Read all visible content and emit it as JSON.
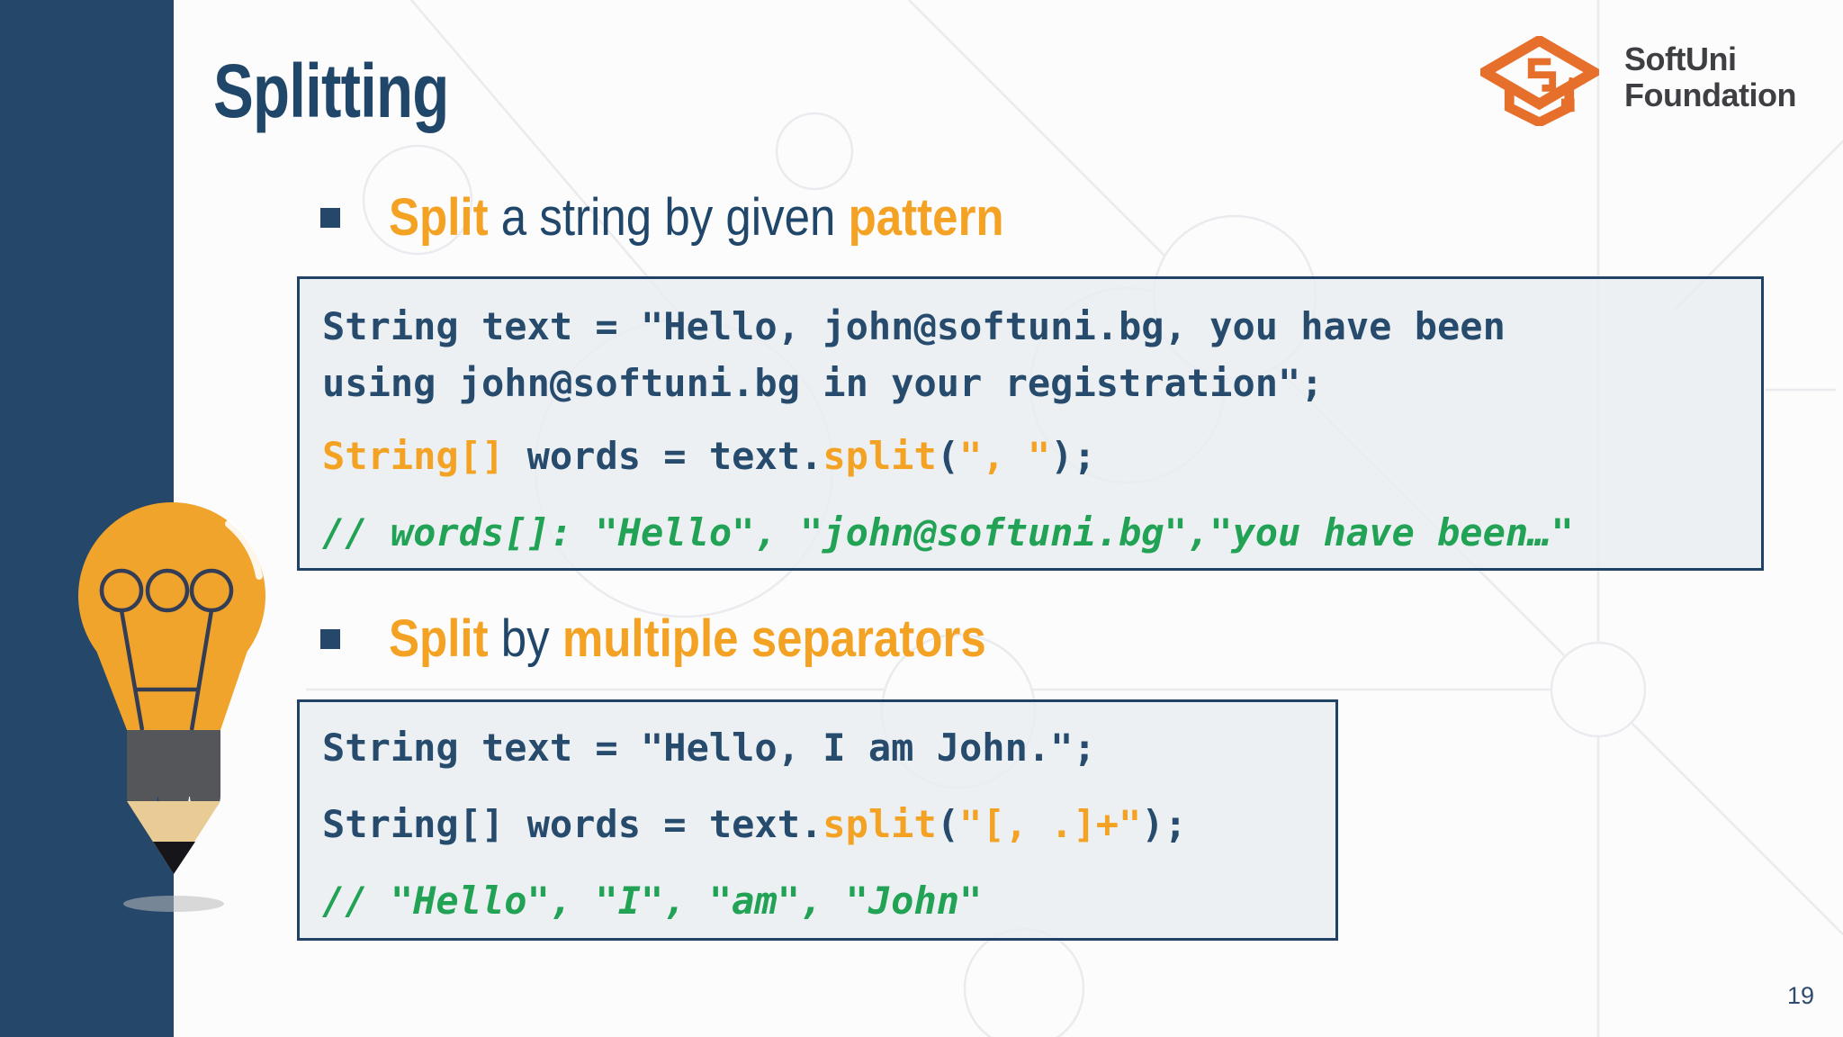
{
  "palette": {
    "sidebar_blue": "#25476a",
    "heading_navy": "#20476a",
    "accent_orange": "#f4a223",
    "logo_orange": "#e76f2c",
    "comment_green": "#21a254",
    "code_navy": "#274b6d",
    "code_background": "#eef1f4",
    "code_border": "#1f4266"
  },
  "header": {
    "title": "Splitting"
  },
  "logo": {
    "org_line1": "SoftUni",
    "org_line2": "Foundation",
    "icon": "graduation-cap"
  },
  "bullet1": {
    "accent1": "Split",
    "middle": " a string by given ",
    "accent2": "pattern"
  },
  "bullet2": {
    "accent1": "Split",
    "middle": " by ",
    "accent2": "multiple separators"
  },
  "code_block1": {
    "line1": "String text = \"Hello, john@softuni.bg, you have been",
    "line2": "using john@softuni.bg in your registration\";",
    "line3": {
      "type": "String[]",
      "mid": " words = text.",
      "method": "split",
      "open": "(",
      "arg": "\", \"",
      "close": ");"
    },
    "comment": "// words[]: \"Hello\", \"john@softuni.bg\",\"you have been…\""
  },
  "code_block2": {
    "line1": "String text = \"Hello, I am John.\";",
    "line2": {
      "head": "String[] words = text.",
      "method": "split",
      "open": "(",
      "arg": "\"[, .]+\"",
      "close": ");"
    },
    "comment": "// \"Hello\", \"I\", \"am\", \"John\""
  },
  "footer": {
    "page_number": "19"
  }
}
